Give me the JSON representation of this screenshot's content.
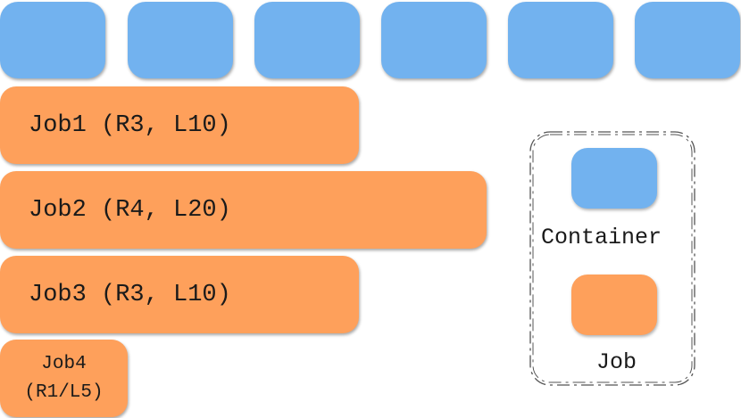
{
  "colors": {
    "container": "#72b2ef",
    "job": "#fea05b",
    "frame": "#555555"
  },
  "containers": [
    {
      "id": 1
    },
    {
      "id": 2
    },
    {
      "id": 3
    },
    {
      "id": 4
    },
    {
      "id": 5
    },
    {
      "id": 6
    }
  ],
  "jobs": [
    {
      "label": "Job1 (R3, L10)"
    },
    {
      "label": "Job2 (R4, L20)"
    },
    {
      "label": "Job3 (R3, L10)"
    },
    {
      "label_line1": "Job4",
      "label_line2": "(R1/L5)"
    }
  ],
  "legend": {
    "container_label": "Container",
    "job_label": "Job"
  }
}
